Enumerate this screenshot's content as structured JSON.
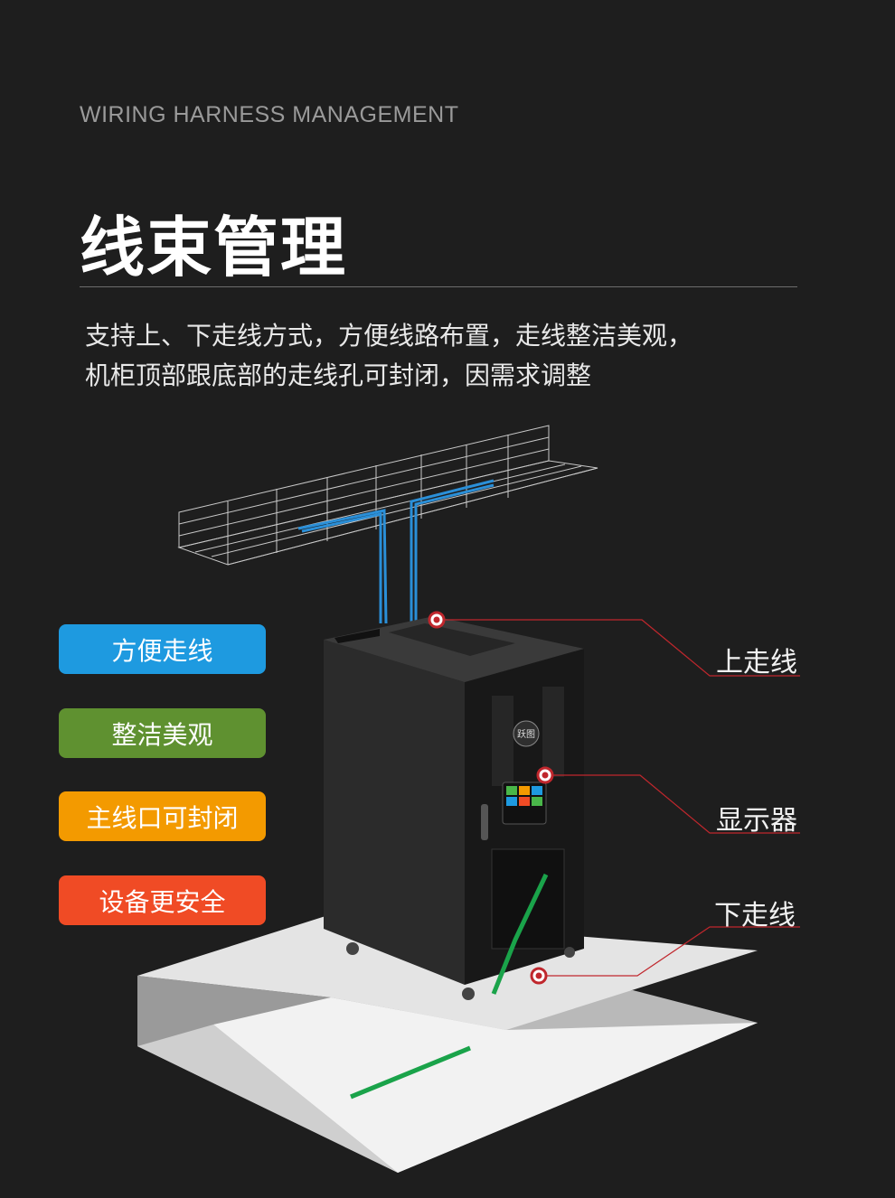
{
  "header": {
    "subtitle": "WIRING HARNESS MANAGEMENT",
    "title": "线束管理"
  },
  "description": {
    "line1": "支持上、下走线方式，方便线路布置，走线整洁美观，",
    "line2": "机柜顶部跟底部的走线孔可封闭，因需求调整"
  },
  "features": [
    {
      "label": "方便走线",
      "color": "#1e9ae0"
    },
    {
      "label": "整洁美观",
      "color": "#5f9130"
    },
    {
      "label": "主线口可封闭",
      "color": "#f39a00"
    },
    {
      "label": "设备更安全",
      "color": "#f04b25"
    }
  ],
  "callouts": {
    "top": "上走线",
    "display": "显示器",
    "bottom": "下走线"
  },
  "cabinet": {
    "logo": "跃图"
  },
  "colors": {
    "accent_line": "#c0272d",
    "cable_blue": "#2a8fd8",
    "cable_green": "#1aa34a"
  }
}
